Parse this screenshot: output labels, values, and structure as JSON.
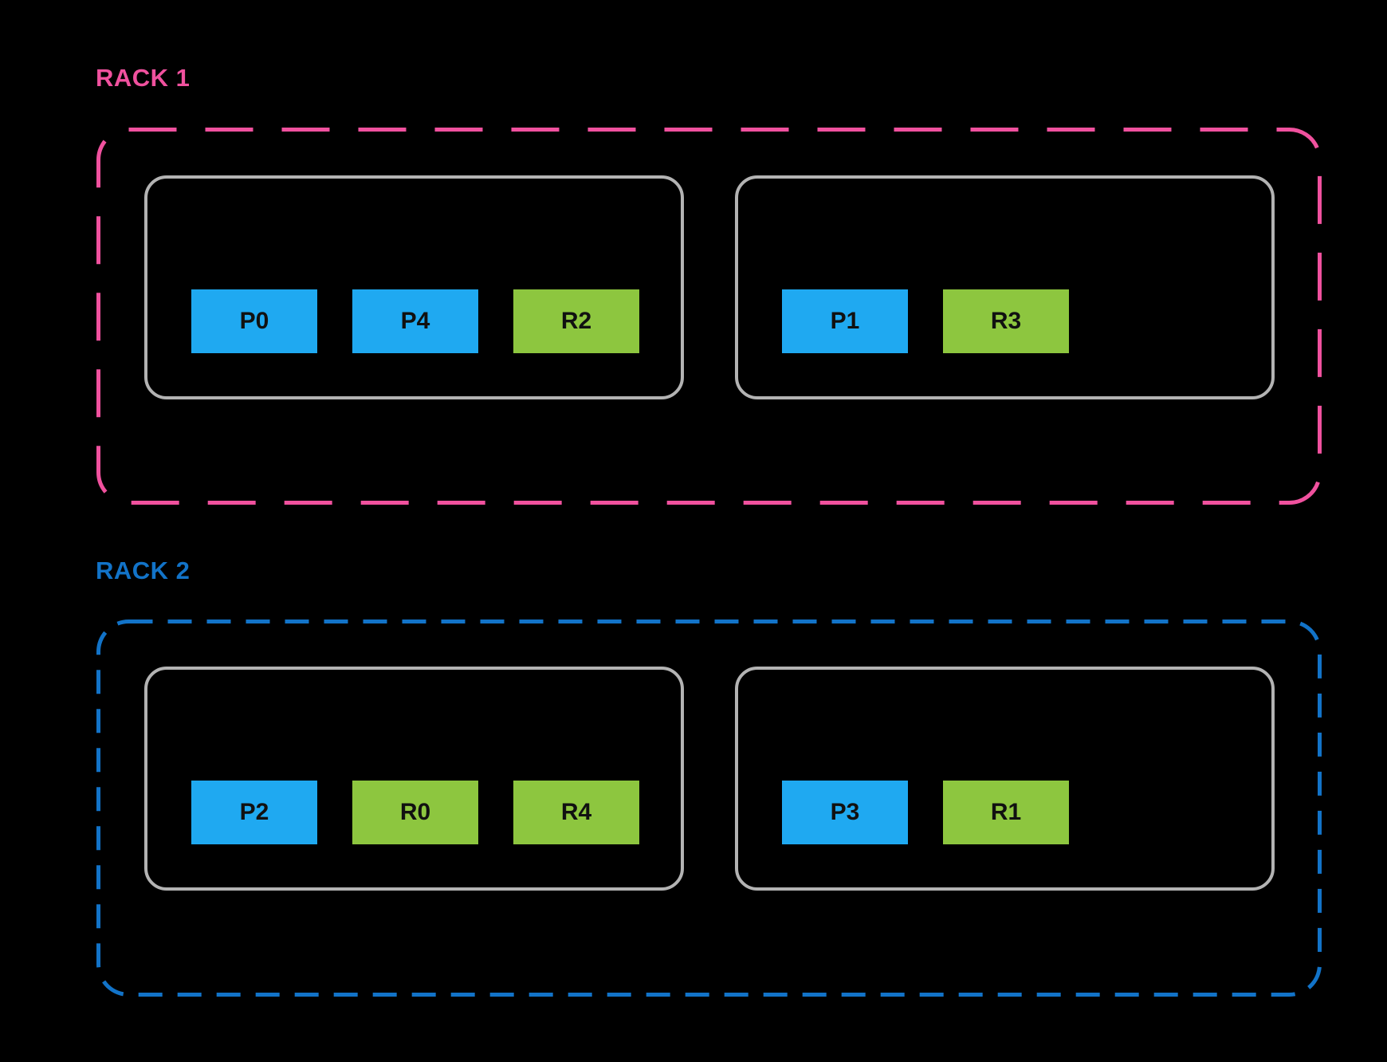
{
  "diagram": {
    "title": "rack placement diagram",
    "colors": {
      "background": "#000000",
      "primary_block": "#1FA9F1",
      "replica_block": "#8DC63F",
      "node_border": "#B3B3B3",
      "rack1_accent": "#F0519E",
      "rack2_accent": "#1273C8",
      "block_text": "#111111"
    },
    "racks": [
      {
        "label": "RACK 1",
        "accent_color": "#F0519E",
        "nodes": [
          {
            "blocks": [
              {
                "label": "P0",
                "color": "#1FA9F1"
              },
              {
                "label": "P4",
                "color": "#1FA9F1"
              },
              {
                "label": "R2",
                "color": "#8DC63F"
              }
            ]
          },
          {
            "blocks": [
              {
                "label": "P1",
                "color": "#1FA9F1"
              },
              {
                "label": "R3",
                "color": "#8DC63F"
              }
            ]
          }
        ]
      },
      {
        "label": "RACK 2",
        "accent_color": "#1273C8",
        "nodes": [
          {
            "blocks": [
              {
                "label": "P2",
                "color": "#1FA9F1"
              },
              {
                "label": "R0",
                "color": "#8DC63F"
              },
              {
                "label": "R4",
                "color": "#8DC63F"
              }
            ]
          },
          {
            "blocks": [
              {
                "label": "P3",
                "color": "#1FA9F1"
              },
              {
                "label": "R1",
                "color": "#8DC63F"
              }
            ]
          }
        ]
      }
    ]
  }
}
